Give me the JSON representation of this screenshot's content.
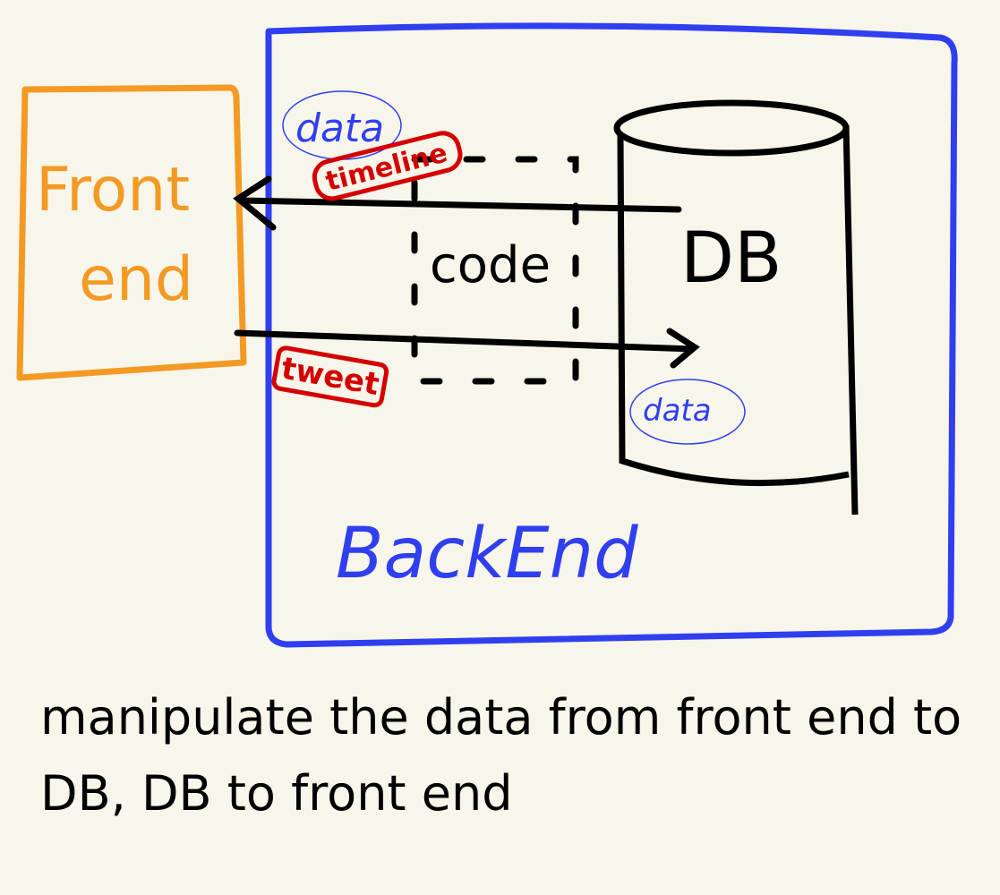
{
  "frontend": {
    "line1": "Front",
    "line2": "end",
    "color": "#f39a24"
  },
  "backend": {
    "label": "BackEnd",
    "color": "#2f3ff0"
  },
  "db": {
    "label": "DB",
    "data_tag": "data"
  },
  "code": {
    "label": "code"
  },
  "tags": {
    "data_top": "data",
    "timeline": "timeline",
    "tweet": "tweet",
    "red": "#d40000"
  },
  "caption": {
    "line1": "manipulate the data from front end to",
    "line2": "DB, DB to front end"
  }
}
